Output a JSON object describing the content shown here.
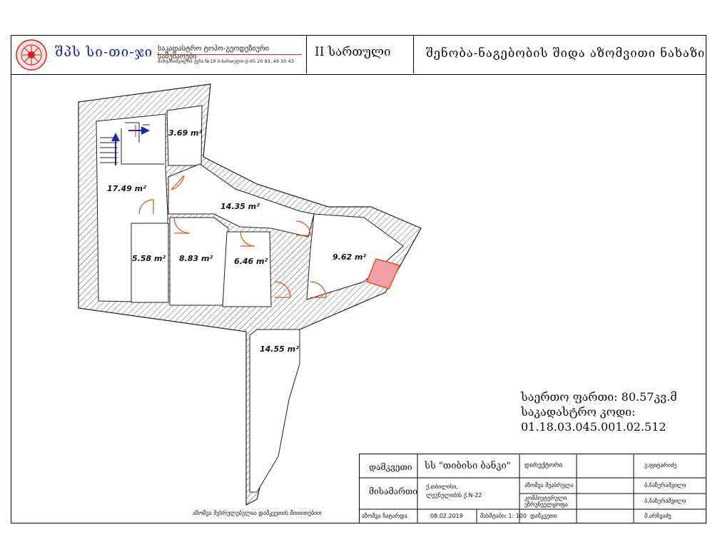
{
  "header": {
    "brand": "შპს სი-თი-ჯი",
    "company_line1": "საკადასტრო ტოპო-გეოდეზიური სამუშაოები",
    "company_line2": "მარჯანიშვილის ქუჩა №19 II-სართული ტ-95 20 93, 45 35 43",
    "floor_label": "II სართული",
    "plan_title": "შენობა-ნაგებობის შიდა აზომვითი ნახაზი"
  },
  "rooms": [
    {
      "area": "3.69 m²"
    },
    {
      "area": "17.49 m²"
    },
    {
      "area": "14.35 m²"
    },
    {
      "area": "5.58 m²"
    },
    {
      "area": "8.83 m²"
    },
    {
      "area": "6.46 m²"
    },
    {
      "area": "9.62 m²"
    },
    {
      "area": "14.55 m²"
    }
  ],
  "summary": {
    "total_area": "საერთო ფართი: 80.57კვ.მ",
    "cadastral_label": "საკადასტრო კოდი:",
    "cadastral_code": "01.18.03.045.001.02.512"
  },
  "title_block": {
    "client_label": "დამკვეთი",
    "client_value": "სს \"თიბისი ბანკი\"",
    "director_label": "დირექტორი",
    "approved_label": "ვ.ფიტარიძე",
    "address_label": "მისამართი",
    "address_value1": "ქ.თბილისი,",
    "address_value2": "ლეუნელიძის ქ.N-22",
    "executed_label": "აზომვა შეასრულა",
    "executed_value": "ბ.ბაზერაშვილი",
    "computer_label1": "კომპიუტერული",
    "computer_label2": "უზრუნველყოფა",
    "computer_value": "ბ.ბაზერაშვილი",
    "date_label": "აზომვა ჩატარდა",
    "date_value": "08.02.2019",
    "scale_label": "მასშტაბი: 1: 100",
    "client2_label": "დამკვეთი",
    "client2_value": "მ.არჩვაძე"
  },
  "footnote": "აზომვა შესრულებულია დამკვეთის მითითებით"
}
